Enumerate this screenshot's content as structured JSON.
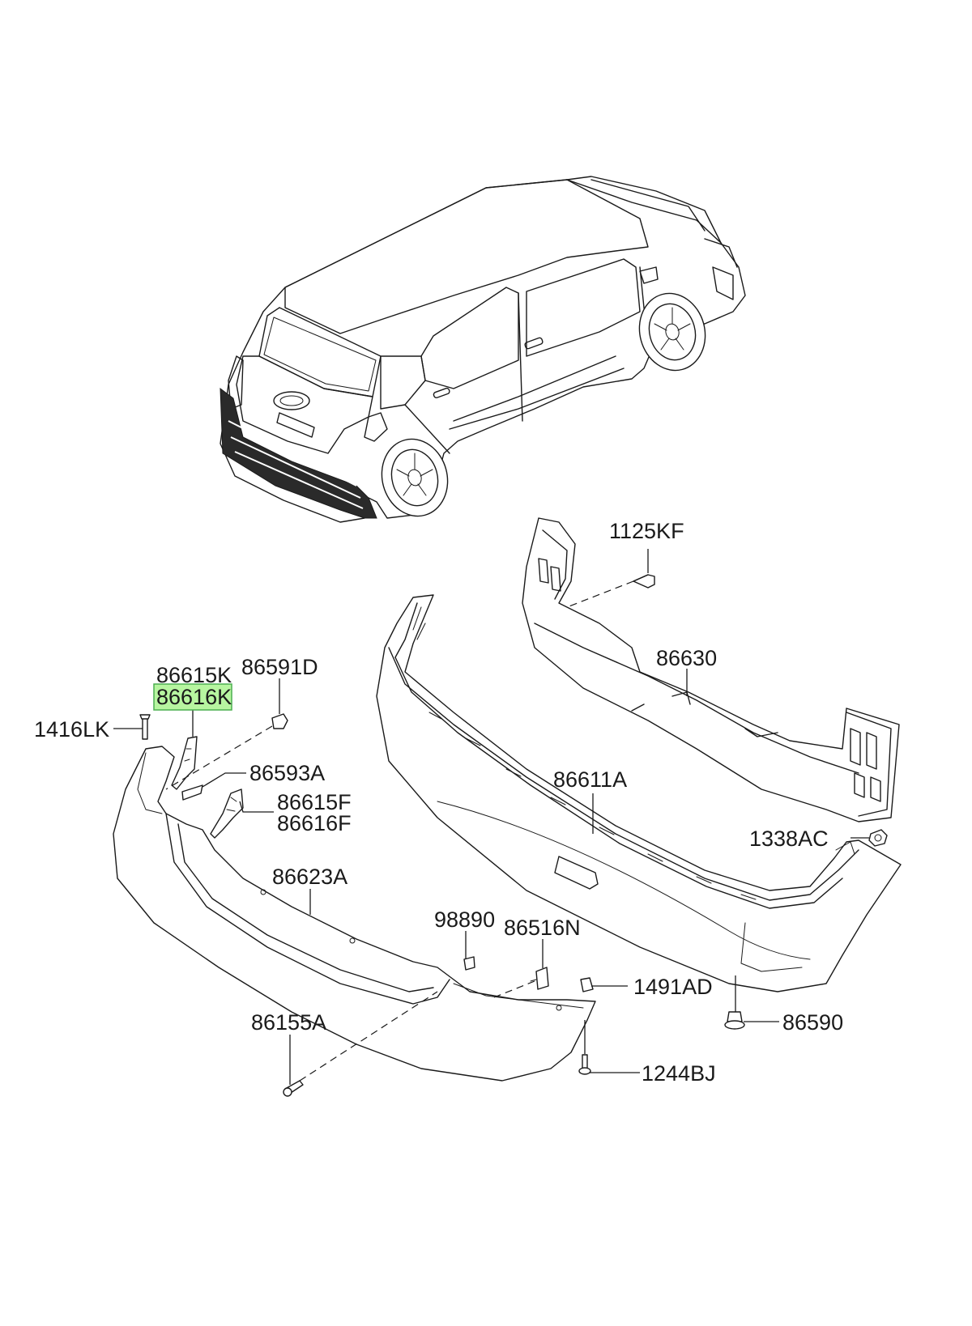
{
  "labels": {
    "p1125KF": "1125KF",
    "p86630": "86630",
    "p86615K": "86615K",
    "p86616K": "86616K",
    "p86591D": "86591D",
    "p1416LK": "1416LK",
    "p86593A": "86593A",
    "p86615F": "86615F",
    "p86616F": "86616F",
    "p86611A": "86611A",
    "p1338AC": "1338AC",
    "p86623A": "86623A",
    "p98890": "98890",
    "p86516N": "86516N",
    "p1491AD": "1491AD",
    "p86590": "86590",
    "p86155A": "86155A",
    "p1244BJ": "1244BJ"
  },
  "highlight": {
    "part": "86616K",
    "color": "#b7f5a0",
    "border_color": "#4caf50"
  },
  "colors": {
    "line": "#1a1a1a",
    "background": "#ffffff"
  }
}
